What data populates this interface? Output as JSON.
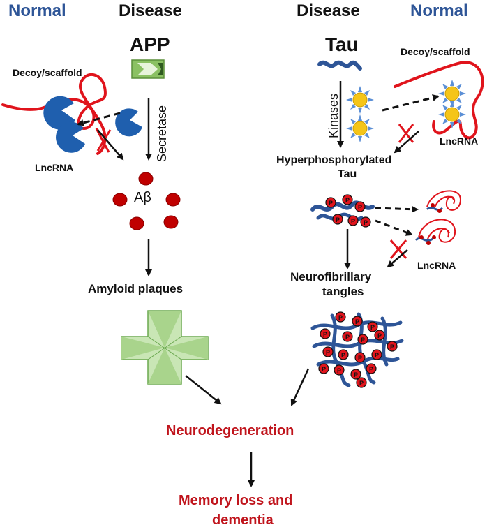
{
  "left": {
    "header_normal": "Normal",
    "header_disease": "Disease",
    "app_label": "APP",
    "decoy_label": "Decoy/scaffold",
    "lncrna_label": "LncRNA",
    "secretase_label": "Secretase",
    "abeta_label": "Aβ",
    "plaques_label": "Amyloid plaques"
  },
  "right": {
    "header_disease": "Disease",
    "header_normal": "Normal",
    "tau_label": "Tau",
    "decoy_label": "Decoy/scaffold",
    "kinases_label": "Kinases",
    "lncrna_label_top": "LncRNA",
    "hyper_line1": "Hyperphosphorylated",
    "hyper_line2": "Tau",
    "lncrna_label_bottom": "LncRNA",
    "tangles_line1": "Neurofibrillary",
    "tangles_line2": "tangles",
    "phospho_symbol": "P"
  },
  "bottom": {
    "neuro_label": "Neurodegeneration",
    "memory_line1": "Memory loss and",
    "memory_line2": "dementia"
  },
  "colors": {
    "blue_header": "#2e5597",
    "red_text": "#c0141c",
    "lncrna_red": "#e0141c",
    "decoy_blue": "#1f5fae",
    "abeta_red": "#c00000",
    "plaque_green": "#b7dca0",
    "kinase_yellow": "#f5c518",
    "tau_blue": "#2e5597"
  }
}
